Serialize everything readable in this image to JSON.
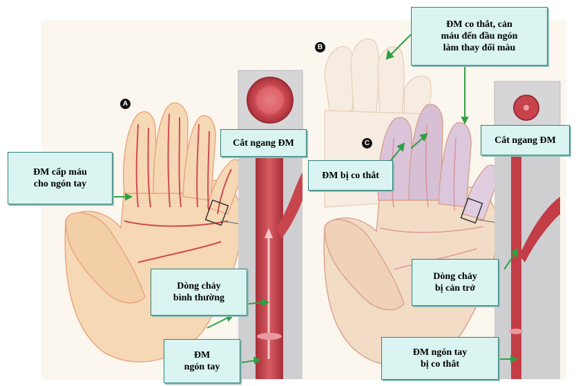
{
  "markers": {
    "a": "A",
    "b": "B",
    "c": "C"
  },
  "labels": {
    "artery_supply": "ĐM cấp máu\ncho ngón tay",
    "cross_section_left": "Cắt ngang ĐM",
    "normal_flow": "Dòng chảy\nbình thường",
    "digital_artery": "ĐM\nngón tay",
    "spasm_top": "ĐM co thắt, cản\nmáu đến đầu ngón\nlàm thay đổi màu",
    "cross_section_right": "Cắt ngang ĐM",
    "constricted_artery": "ĐM bị co thắt",
    "blocked_flow": "Dòng chảy\nbị cản trở",
    "digital_artery_spasm": "ĐM ngón tay\nbị co thắt"
  },
  "colors": {
    "skin": "#f6d8b4",
    "skin_outline": "#e8a27d",
    "artery": "#c4404a",
    "arrow_green": "#2ea043",
    "callout_bg": "#d9f4f1",
    "pale_finger": "#f7ece2",
    "purple_finger": "#d9c3d9"
  }
}
